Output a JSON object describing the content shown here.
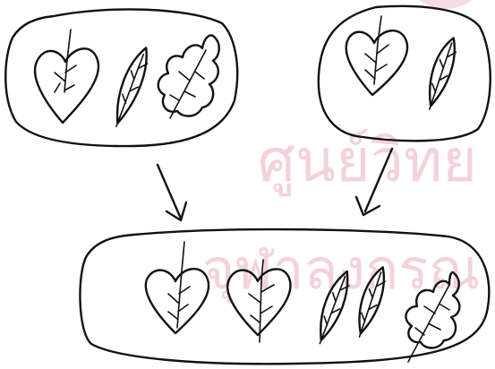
{
  "watermark": {
    "line1": "ศูนย์วิทย",
    "line2": "จุฬาลงกรณ",
    "color": "#f3d3d8"
  },
  "diagram": {
    "ink_color": "#111111",
    "sets": [
      {
        "id": "set-left",
        "leaves": [
          "heart-leaf-icon",
          "narrow-leaf-icon",
          "oak-leaf-icon"
        ]
      },
      {
        "id": "set-right",
        "leaves": [
          "heart-leaf-icon",
          "narrow-leaf-icon"
        ]
      },
      {
        "id": "set-combined",
        "leaves": [
          "heart-leaf-icon",
          "heart-leaf-icon",
          "narrow-leaf-icon",
          "narrow-leaf-icon",
          "oak-leaf-icon"
        ]
      }
    ],
    "arrows": [
      {
        "from": "set-left",
        "to": "set-combined"
      },
      {
        "from": "set-right",
        "to": "set-combined"
      }
    ]
  }
}
